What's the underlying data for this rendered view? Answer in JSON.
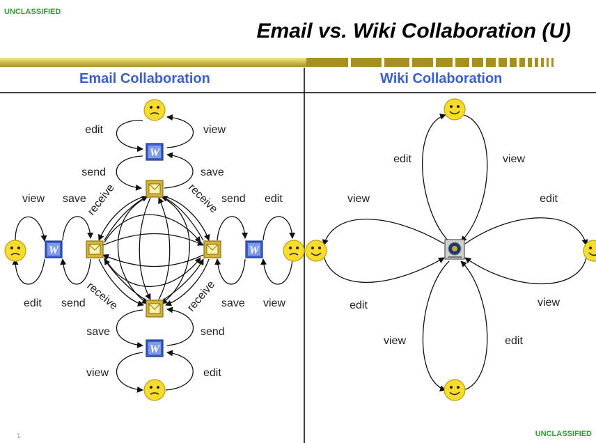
{
  "classification_top": "UNCLASSIFIED",
  "classification_bottom": "UNCLASSIFIED",
  "title": "Email vs. Wiki Collaboration (U)",
  "page_number": "1",
  "colors": {
    "banner_gold": "#b09a20",
    "panel_title": "#3a5fcd",
    "classification": "#2e9b2e",
    "smiley": "#f7dc2e",
    "word_icon": "#3a5ec9",
    "email_icon": "#d4b43a"
  },
  "email": {
    "title": "Email Collaboration",
    "top": {
      "edit": "edit",
      "view": "view",
      "send": "send",
      "save": "save",
      "receive": "receive"
    },
    "left": {
      "view": "view",
      "save": "save",
      "edit": "edit",
      "send": "send",
      "receive": "receive"
    },
    "right": {
      "send": "send",
      "edit": "edit",
      "save": "save",
      "view": "view",
      "receive": "receive"
    },
    "bottom": {
      "save": "save",
      "send": "send",
      "view": "view",
      "edit": "edit",
      "receive": "receive"
    },
    "icons": [
      "smiley-icon",
      "word-doc-icon",
      "email-icon"
    ]
  },
  "wiki": {
    "title": "Wiki Collaboration",
    "top": {
      "edit": "edit",
      "view": "view"
    },
    "left": {
      "view": "view",
      "edit": "edit"
    },
    "right": {
      "edit": "edit",
      "view": "view"
    },
    "bottom": {
      "view": "view",
      "edit": "edit"
    },
    "icons": [
      "smiley-icon",
      "wiki-server-icon"
    ]
  }
}
